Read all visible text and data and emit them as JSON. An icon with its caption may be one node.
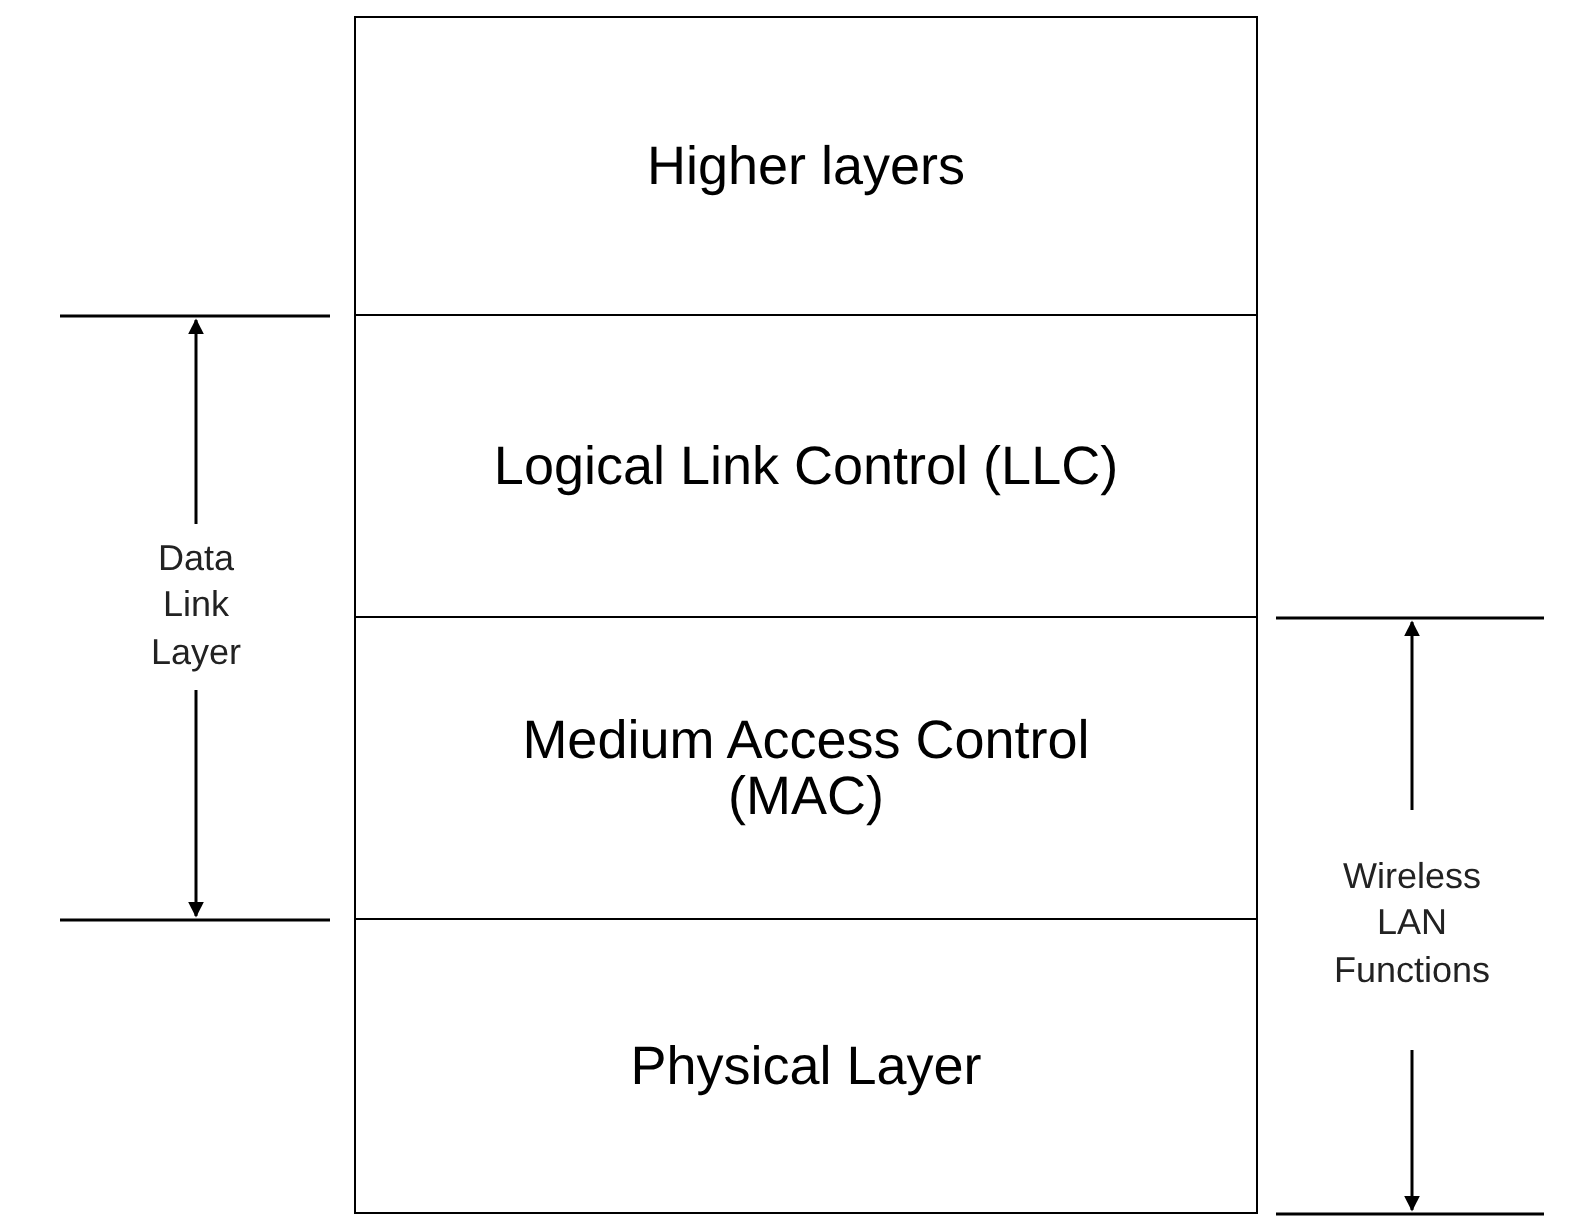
{
  "diagram": {
    "nodes": [
      {
        "text": [
          "Higher layers"
        ]
      },
      {
        "text": [
          "Logical Link Control (LLC)"
        ]
      },
      {
        "text": [
          "Medium Access Control (MAC)"
        ]
      },
      {
        "text": [
          "Physical Layer"
        ]
      }
    ],
    "labels": [
      "Data Link Layer",
      "Wireless LAN Functions"
    ]
  }
}
